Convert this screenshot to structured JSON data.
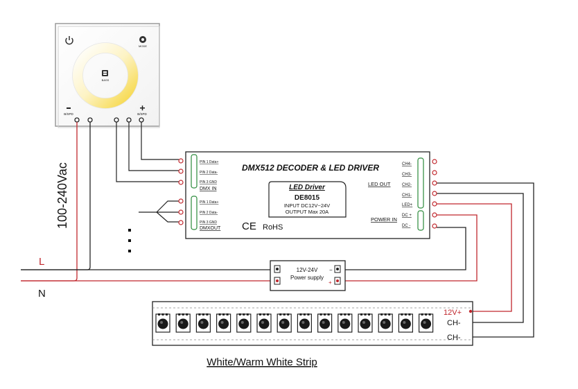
{
  "panel": {
    "power_icon": "power-icon",
    "mode_icon": "mode-icon",
    "mode_label": "MODE",
    "center_icon": "bass-icon",
    "center_label": "BASS",
    "minus_label": "B/SPD",
    "plus_label": "B/SPD"
  },
  "supply_label": "100-240Vac",
  "line_L": "L",
  "line_N": "N",
  "decoder": {
    "title": "DMX512 DECODER & LED DRIVER",
    "inputs": [
      "PIN 1 Data+",
      "PIN 2 Data-",
      "PIN 3 GND"
    ],
    "dmx_in": "DMX IN",
    "outputs_pins": [
      "PIN 1 Data+",
      "PIN 2 Data-",
      "PIN 3 GND"
    ],
    "dmx_out": "DMXOUT",
    "ce": "CE",
    "rohs": "RoHS",
    "badge_title": "LED Driver",
    "model": "DE8015",
    "input_spec": "INPUT DC12V~24V",
    "output_spec": "OUTPUT  Max 20A",
    "led_out": "LED OUT",
    "channels": [
      "CH4-",
      "CH3-",
      "CH2-",
      "CH1-",
      "LED+"
    ],
    "power_in": "POWER IN",
    "dc_plus": "DC +",
    "dc_minus": "DC -"
  },
  "power_supply": {
    "voltage": "12V-24V",
    "label": "Power supply",
    "minus": "−",
    "plus": "+"
  },
  "strip": {
    "title": "White/Warm White Strip",
    "leds": 14,
    "v_label": "12V+",
    "ch1": "CH-",
    "ch2": "CH-"
  }
}
